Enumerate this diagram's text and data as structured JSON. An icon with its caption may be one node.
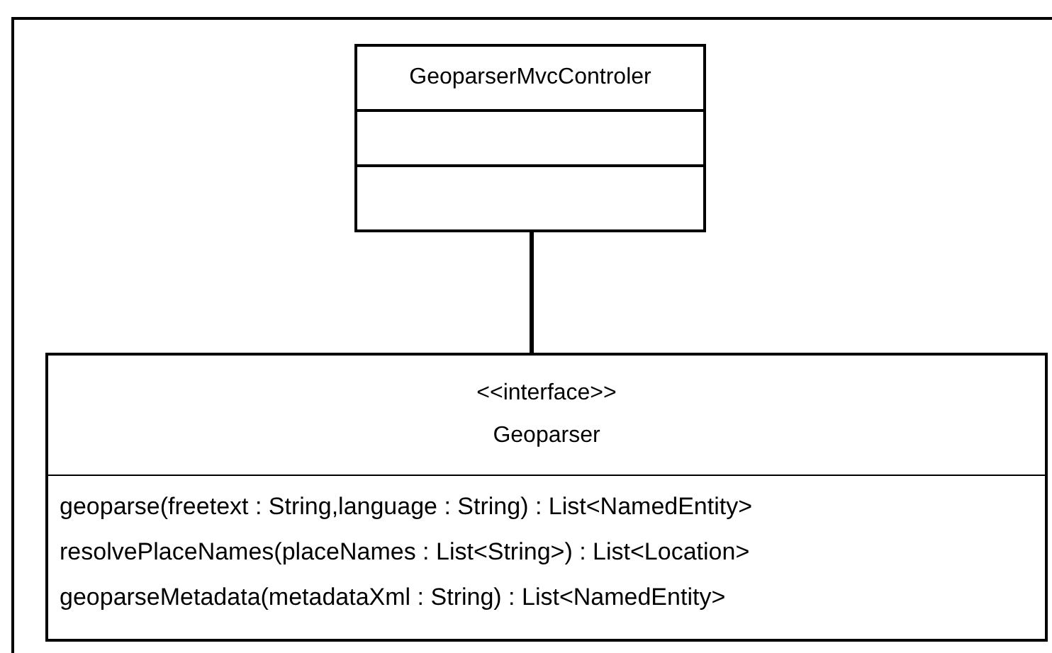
{
  "diagram": {
    "nodes": [
      {
        "text": [
          "GeoparserMvcControler"
        ]
      },
      {
        "text": [
          "<<interface>>",
          "Geoparser",
          "geoparse(freetext : String,language : String) : List<NamedEntity>",
          "resolvePlaceNames(placeNames : List<String>) : List<Location>",
          "geoparseMetadata(metadataXml : String) : List<NamedEntity>"
        ]
      }
    ],
    "edges": [
      {
        "from": 0,
        "to": 1,
        "arrow": "none"
      }
    ]
  }
}
